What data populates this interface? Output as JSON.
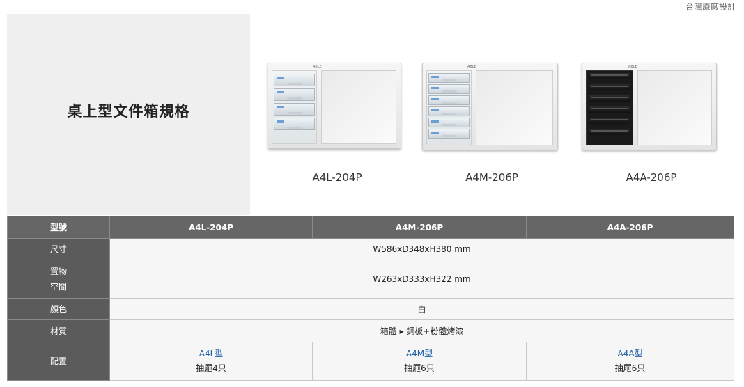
{
  "header": {
    "note": "台灣原廠設計",
    "title": "桌上型文件箱規格"
  },
  "products": [
    {
      "model": "A4L-204P",
      "drawers": 4,
      "style": "clear",
      "logo": "ABLE"
    },
    {
      "model": "A4M-206P",
      "drawers": 6,
      "style": "clear",
      "logo": "ABLE"
    },
    {
      "model": "A4A-206P",
      "drawers": 6,
      "style": "black",
      "logo": "ABLE"
    }
  ],
  "table": {
    "labels": {
      "model": "型號",
      "size": "尺寸",
      "space_1": "置物",
      "space_2": "空間",
      "color": "顏色",
      "material": "材質",
      "config": "配置"
    },
    "models": [
      "A4L-204P",
      "A4M-206P",
      "A4A-206P"
    ],
    "size": "W586xD348xH380 mm",
    "space": "W263xD333xH322 mm",
    "color": "白",
    "material": "箱體 ▸ 鋼板+粉體烤漆",
    "config": [
      {
        "name": "A4L型",
        "desc": "抽屜4只"
      },
      {
        "name": "A4M型",
        "desc": "抽屜6只"
      },
      {
        "name": "A4A型",
        "desc": "抽屜6只"
      }
    ]
  },
  "colors": {
    "header_bg": "#666666",
    "label_bg": "#5b5b5b",
    "link": "#1d5fa3",
    "panel_bg": "#efefef"
  }
}
